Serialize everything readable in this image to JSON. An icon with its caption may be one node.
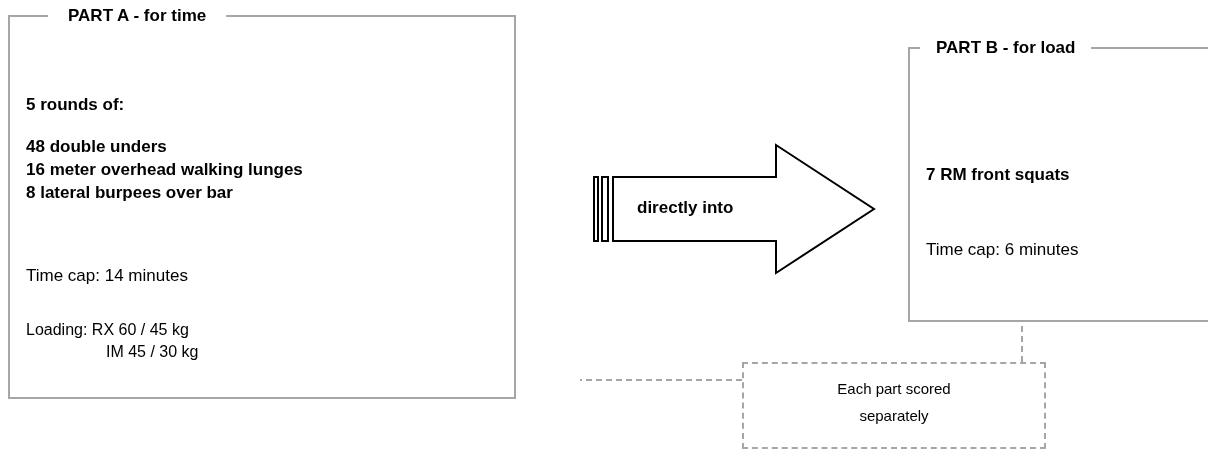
{
  "diagram": {
    "nodes": [
      {
        "text": [
          "PART A - for time",
          "5 rounds of:",
          "48 double unders",
          "16 meter overhead walking lunges",
          "8 lateral burpees over bar",
          "Time cap: 14 minutes",
          "Loading: RX 60 / 45 kg IM 45 / 30 kg"
        ]
      },
      {
        "text": [
          "directly into"
        ]
      },
      {
        "text": [
          "PART B - for load",
          "7 RM front squats",
          "Time cap: 6 minutes"
        ]
      },
      {
        "text": [
          "Each part scored separately"
        ]
      }
    ],
    "edges": [
      {
        "from": 3,
        "to": 2,
        "arrow": "none",
        "style": "dashed"
      },
      {
        "from": 3,
        "to": null,
        "arrow": "none",
        "style": "dashed"
      }
    ]
  }
}
